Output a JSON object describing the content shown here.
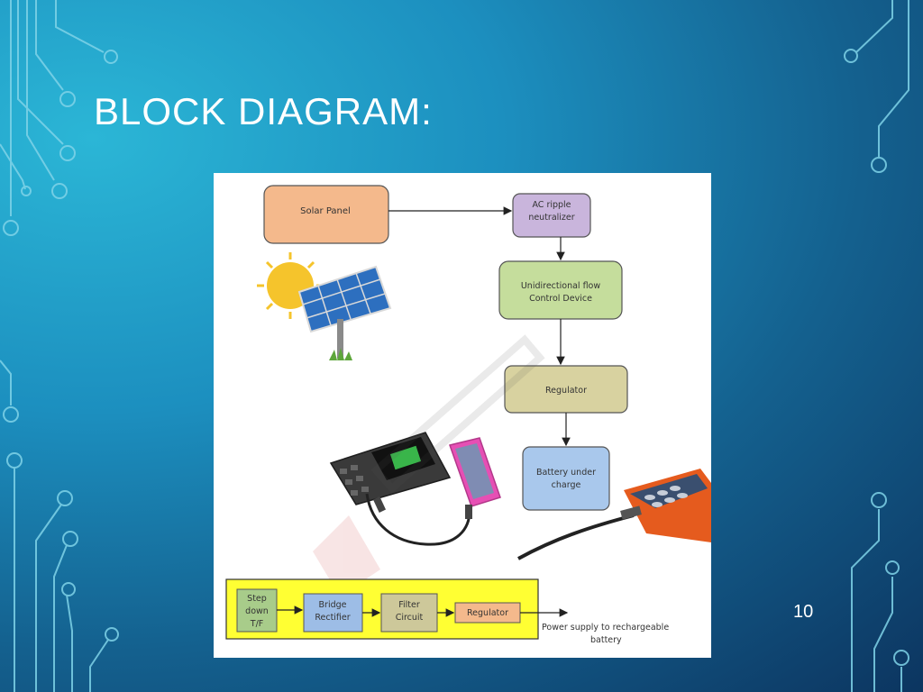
{
  "slide": {
    "title": "BLOCK DIAGRAM:",
    "page_number": "10",
    "colors": {
      "bg_light": "#2bb6d6",
      "bg_dark": "#0c3560",
      "circuit_line": "#7fd3e8"
    }
  },
  "diagram": {
    "blocks": {
      "solar_panel": "Solar Panel",
      "ac_ripple_line1": "AC ripple",
      "ac_ripple_line2": "neutralizer",
      "unidirectional_line1": "Unidirectional flow",
      "unidirectional_line2": "Control Device",
      "regulator": "Regulator",
      "battery_line1": "Battery under",
      "battery_line2": "charge"
    },
    "power_supply": {
      "stepdown_line1": "Step",
      "stepdown_line2": "down",
      "stepdown_line3": "T/F",
      "bridge_line1": "Bridge",
      "bridge_line2": "Rectifier",
      "filter_line1": "Filter",
      "filter_line2": "Circuit",
      "regulator": "Regulator",
      "output_line1": "Power supply to rechargeable",
      "output_line2": "battery"
    },
    "block_colors": {
      "solar_panel": "#f4b98c",
      "ac_ripple": "#c9b5dc",
      "unidirectional": "#c5dd9c",
      "regulator": "#d8d2a0",
      "battery": "#a9c8ec",
      "stepdown": "#a8cc8a",
      "bridge": "#9dbde6",
      "filter": "#cdc89a",
      "ps_regulator": "#f4b98c",
      "ps_background": "#ffff33"
    }
  }
}
